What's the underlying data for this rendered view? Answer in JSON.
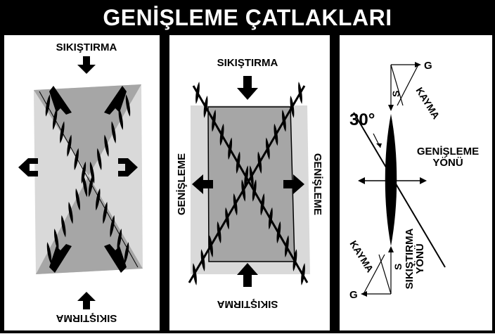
{
  "title": "GENİŞLEME ÇATLAKLARI",
  "panel1": {
    "top_label": "SIKIŞTIRMA",
    "bottom_label": "SIKIŞTIRMA"
  },
  "panel2": {
    "top_label": "SIKIŞTIRMA",
    "bottom_label": "SIKIŞTIRMA",
    "left_label": "GENİŞLEME",
    "right_label": "GENİŞLEME"
  },
  "panel3": {
    "angle_label": "30°",
    "extension_line1": "GENİŞLEME",
    "extension_line2": "YÖNÜ",
    "compression_line1": "SIKIŞTIRMA",
    "compression_line2": "YÖNÜ",
    "top_g": "G",
    "top_s": "S",
    "top_kayma": "KAYMA",
    "bottom_g": "G",
    "bottom_s": "S",
    "bottom_kayma": "KAYMA"
  },
  "colors": {
    "background": "#000000",
    "panel": "#ffffff",
    "light_gray": "#d9d9d9",
    "mid_gray": "#a6a6a6"
  }
}
